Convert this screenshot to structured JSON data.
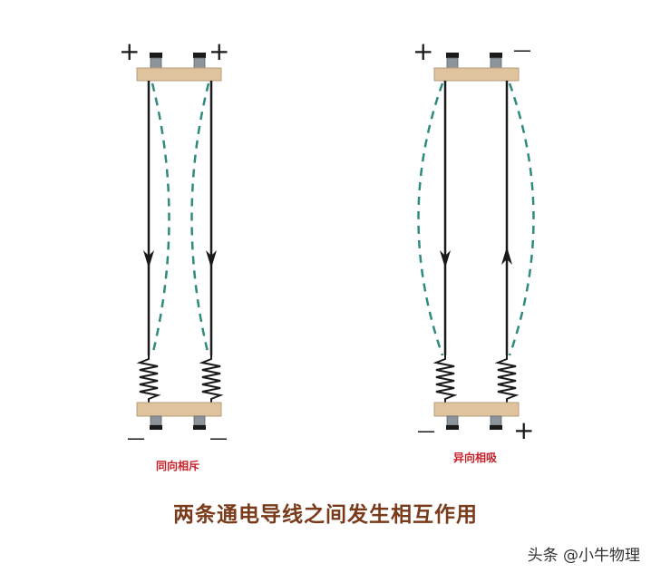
{
  "figure": {
    "title": "两条通电导线之间发生相互作用",
    "watermark": "头条 @小牛物理",
    "colors": {
      "board": "#dfc39c",
      "board_edge": "#b59e7c",
      "terminal": "#8c959c",
      "wire": "#1a1a1a",
      "field_line": "#2f8a7f",
      "caption_red": "#c8202b",
      "title": "#7a3b1b"
    }
  },
  "left_panel": {
    "caption": "同向相斥",
    "top_signs": [
      "+",
      "+"
    ],
    "bottom_signs": [
      "—",
      "—"
    ],
    "current_directions": [
      "down",
      "down"
    ]
  },
  "right_panel": {
    "caption": "异向相吸",
    "top_signs": [
      "+",
      "—"
    ],
    "bottom_signs": [
      "—",
      "+"
    ],
    "current_directions": [
      "down",
      "up"
    ]
  }
}
